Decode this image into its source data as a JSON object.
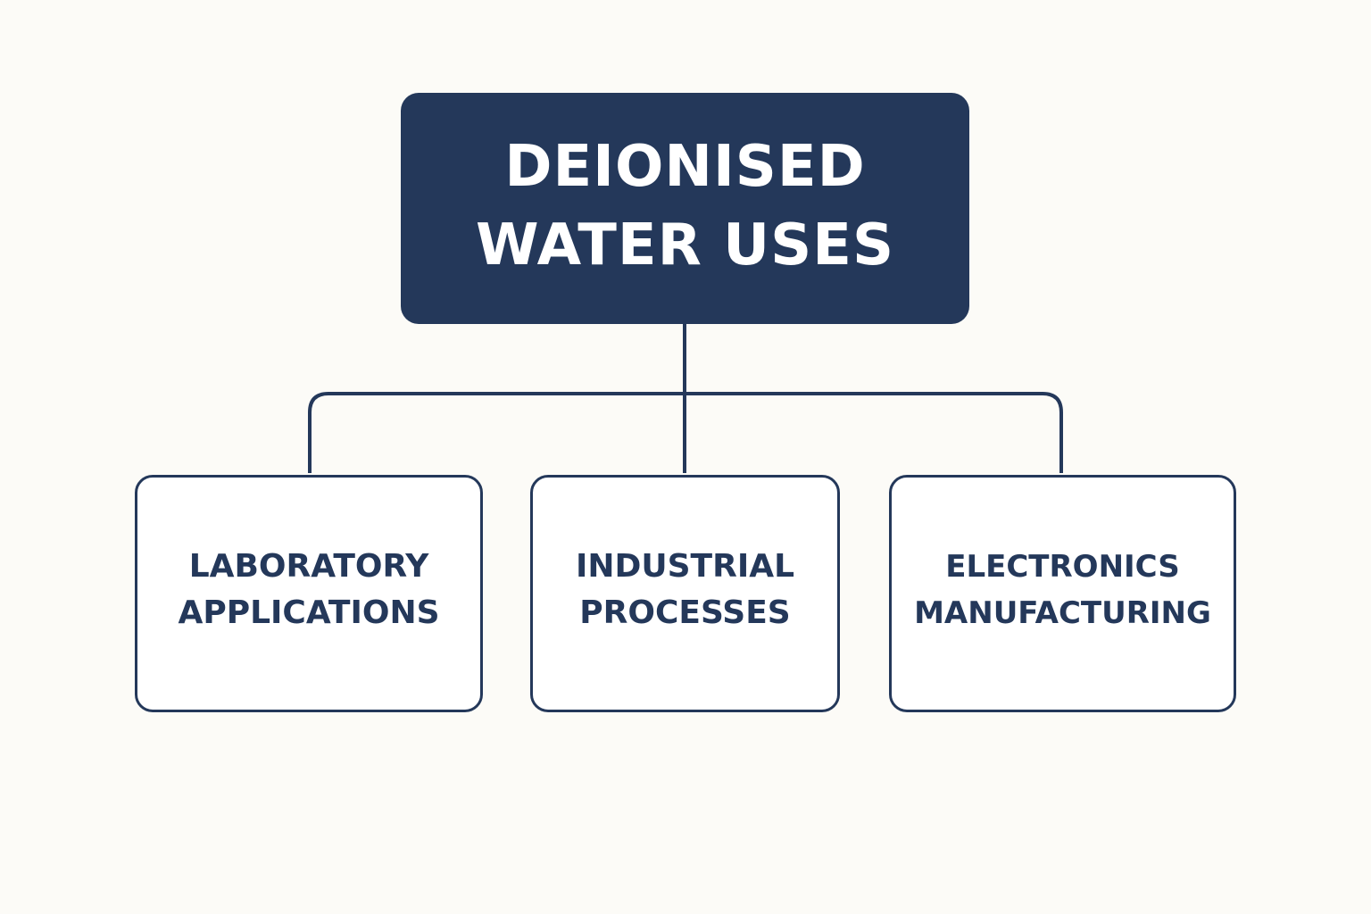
{
  "diagram": {
    "root": {
      "line1": "DEIONISED",
      "line2": "WATER USES"
    },
    "children": [
      {
        "line1": "LABORATORY",
        "line2": "APPLICATIONS"
      },
      {
        "line1": "INDUSTRIAL",
        "line2": "PROCESSES"
      },
      {
        "line1": "ELECTRONICS",
        "line2": "MANUFACTURING"
      }
    ],
    "colors": {
      "background": "#fcfbf7",
      "primary": "#24385a",
      "box_fill": "#ffffff",
      "root_text": "#ffffff"
    }
  }
}
